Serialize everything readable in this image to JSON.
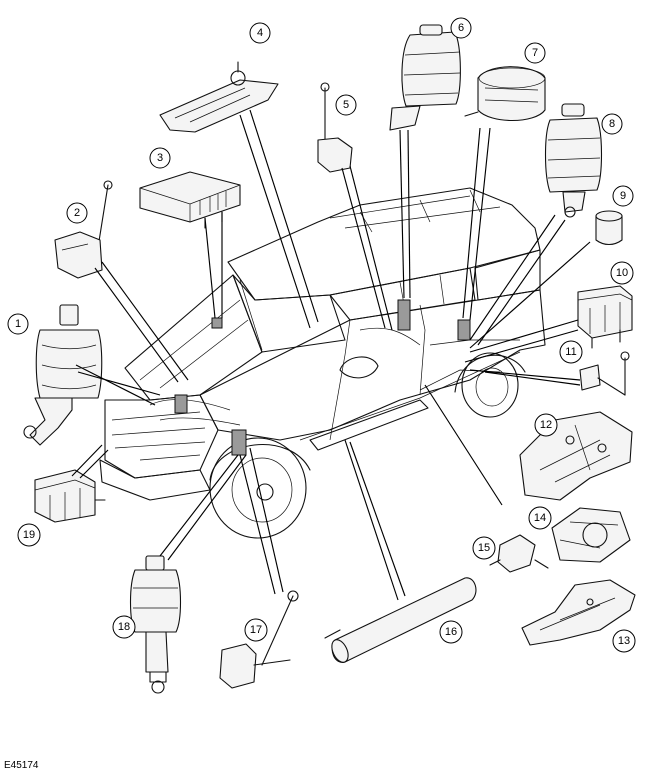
{
  "figure_id": "E45174",
  "callouts": [
    "1",
    "2",
    "3",
    "4",
    "5",
    "6",
    "7",
    "8",
    "9",
    "10",
    "11",
    "12",
    "13",
    "14",
    "15",
    "16",
    "17",
    "18",
    "19"
  ]
}
